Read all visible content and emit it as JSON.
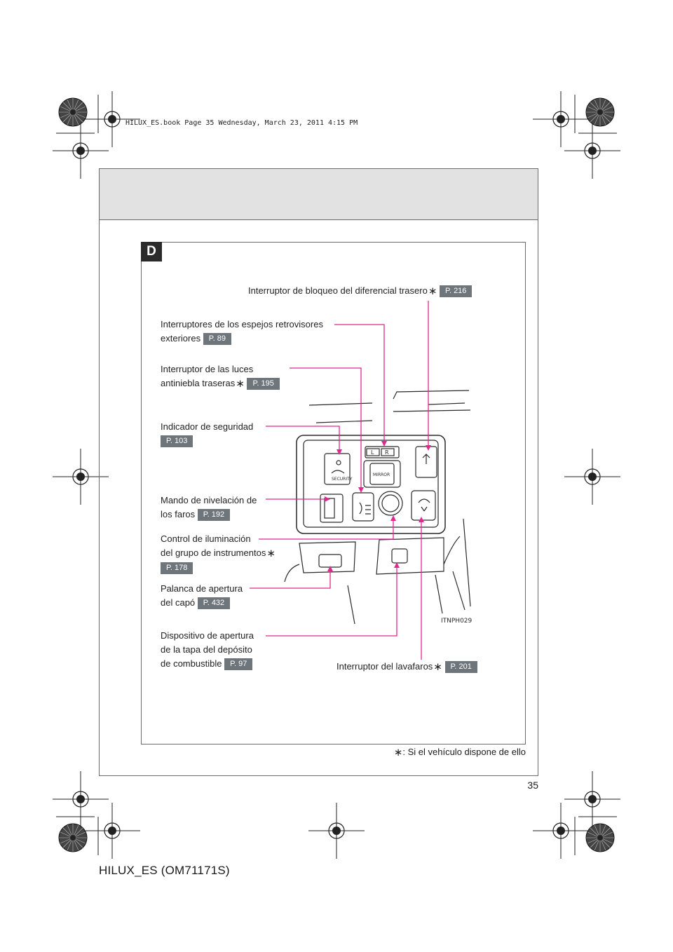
{
  "print_stamp": "HILUX_ES.book  Page 35  Wednesday, March 23, 2011  4:15 PM",
  "section_letter": "D",
  "callouts": [
    {
      "lines": [
        "Interruptor de bloqueo del diferencial trasero"
      ],
      "asterisk": true,
      "page_ref": "P. 216"
    },
    {
      "lines": [
        "Interruptores de los espejos retrovisores",
        "exteriores"
      ],
      "asterisk": false,
      "page_ref": "P. 89"
    },
    {
      "lines": [
        "Interruptor de las luces",
        "antiniebla traseras"
      ],
      "asterisk": true,
      "page_ref": "P. 195"
    },
    {
      "lines": [
        "Indicador de seguridad"
      ],
      "asterisk": false,
      "page_ref": "P. 103"
    },
    {
      "lines": [
        "Mando de nivelación de",
        "los faros"
      ],
      "asterisk": false,
      "page_ref": "P. 192"
    },
    {
      "lines": [
        "Control de iluminación",
        "del grupo de instrumentos"
      ],
      "asterisk": true,
      "page_ref": "P. 178"
    },
    {
      "lines": [
        "Palanca de apertura",
        "del capó"
      ],
      "asterisk": false,
      "page_ref": "P. 432"
    },
    {
      "lines": [
        "Dispositivo de apertura",
        "de la tapa del depósito",
        "de combustible"
      ],
      "asterisk": false,
      "page_ref": "P. 97"
    },
    {
      "lines": [
        "Interruptor del lavafaros"
      ],
      "asterisk": true,
      "page_ref": "P. 201"
    }
  ],
  "illustration": {
    "code": "ITNPH029",
    "button_labels": [
      "SECURITY",
      "MIRROR",
      "L",
      "R"
    ]
  },
  "footnote": {
    "symbol": "∗",
    "text": ": Si el vehículo dispone de ello"
  },
  "page_number": "35",
  "model_code": "HILUX_ES (OM71171S)",
  "colors": {
    "leader": "#e0288f",
    "badge": "#6e757b",
    "header_band": "#e2e2e2",
    "section_tab": "#2b2b2b"
  }
}
